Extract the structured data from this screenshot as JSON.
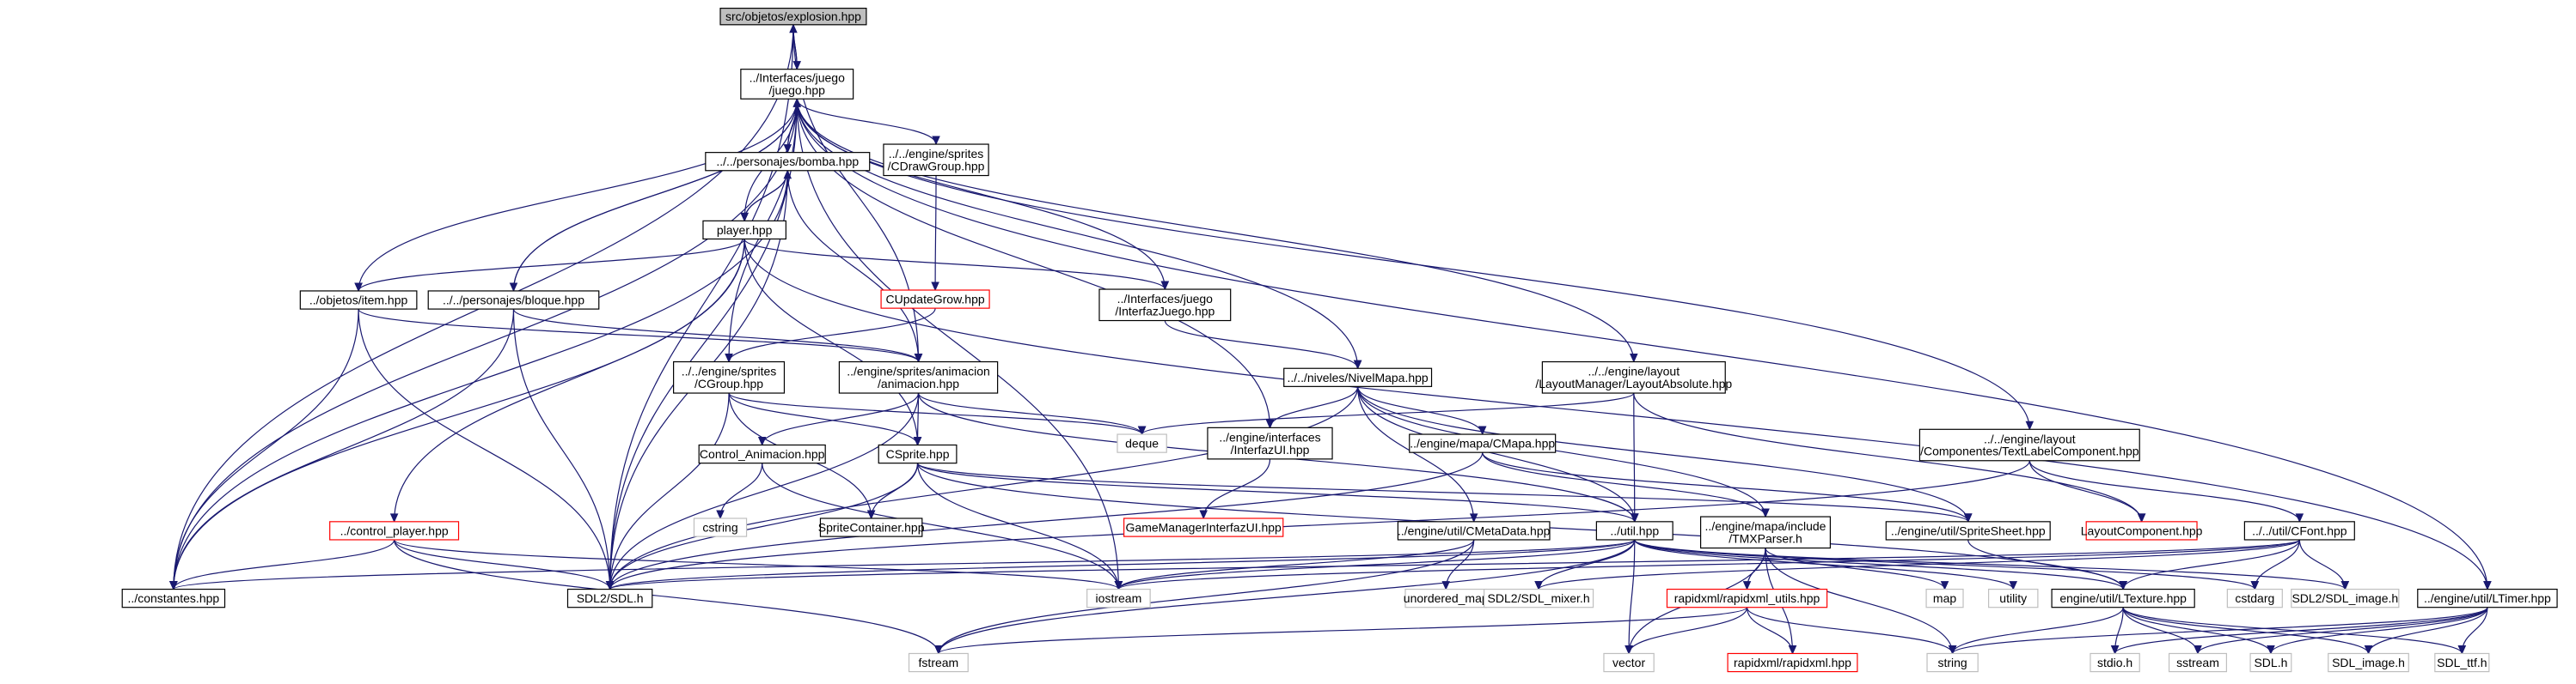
{
  "diagram": {
    "nodes": [
      {
        "id": "explosion",
        "lines": [
          "src/objetos/explosion.hpp"
        ],
        "style": "root"
      },
      {
        "id": "juego",
        "lines": [
          "../Interfaces/juego",
          "/juego.hpp"
        ],
        "style": "normal"
      },
      {
        "id": "bomba",
        "lines": [
          "../../personajes/bomba.hpp"
        ],
        "style": "normal"
      },
      {
        "id": "cdrawgroup",
        "lines": [
          "../../engine/sprites",
          "/CDrawGroup.hpp"
        ],
        "style": "normal"
      },
      {
        "id": "player",
        "lines": [
          "player.hpp"
        ],
        "style": "normal"
      },
      {
        "id": "cupdategrow",
        "lines": [
          "CUpdateGrow.hpp"
        ],
        "style": "red"
      },
      {
        "id": "item",
        "lines": [
          "../objetos/item.hpp"
        ],
        "style": "normal"
      },
      {
        "id": "bloque",
        "lines": [
          "../../personajes/bloque.hpp"
        ],
        "style": "normal"
      },
      {
        "id": "interfazjuego",
        "lines": [
          "../Interfaces/juego",
          "/InterfazJuego.hpp"
        ],
        "style": "normal"
      },
      {
        "id": "cgroup",
        "lines": [
          "../../engine/sprites",
          "/CGroup.hpp"
        ],
        "style": "normal"
      },
      {
        "id": "animacion",
        "lines": [
          "../engine/sprites/animacion",
          "/animacion.hpp"
        ],
        "style": "normal"
      },
      {
        "id": "nivelmapa",
        "lines": [
          "../../niveles/NivelMapa.hpp"
        ],
        "style": "normal"
      },
      {
        "id": "layoutabsolute",
        "lines": [
          "../../engine/layout",
          "/LayoutManager/LayoutAbsolute.hpp"
        ],
        "style": "normal"
      },
      {
        "id": "deque",
        "lines": [
          "deque"
        ],
        "style": "ext"
      },
      {
        "id": "interfazui",
        "lines": [
          "../engine/interfaces",
          "/InterfazUI.hpp"
        ],
        "style": "normal"
      },
      {
        "id": "cmapa",
        "lines": [
          "../engine/mapa/CMapa.hpp"
        ],
        "style": "normal"
      },
      {
        "id": "textlabel",
        "lines": [
          "../../engine/layout",
          "/Componentes/TextLabelComponent.hpp"
        ],
        "style": "normal"
      },
      {
        "id": "controlanim",
        "lines": [
          "Control_Animacion.hpp"
        ],
        "style": "normal"
      },
      {
        "id": "csprite",
        "lines": [
          "CSprite.hpp"
        ],
        "style": "normal"
      },
      {
        "id": "cstring",
        "lines": [
          "cstring"
        ],
        "style": "ext"
      },
      {
        "id": "spritecontainer",
        "lines": [
          "SpriteContainer.hpp"
        ],
        "style": "normal"
      },
      {
        "id": "gamemanager",
        "lines": [
          "GameManagerInterfazUI.hpp"
        ],
        "style": "red"
      },
      {
        "id": "controlplayer",
        "lines": [
          "../control_player.hpp"
        ],
        "style": "red"
      },
      {
        "id": "cmetadata",
        "lines": [
          "../engine/util/CMetaData.hpp"
        ],
        "style": "normal"
      },
      {
        "id": "util",
        "lines": [
          "../util.hpp"
        ],
        "style": "normal"
      },
      {
        "id": "tmxparser",
        "lines": [
          "../engine/mapa/include",
          "/TMXParser.h"
        ],
        "style": "normal"
      },
      {
        "id": "spritesheet",
        "lines": [
          "../engine/util/SpriteSheet.hpp"
        ],
        "style": "normal"
      },
      {
        "id": "layoutcomponent",
        "lines": [
          "LayoutComponent.hpp"
        ],
        "style": "red"
      },
      {
        "id": "cfont",
        "lines": [
          "../../util/CFont.hpp"
        ],
        "style": "normal"
      },
      {
        "id": "constantes",
        "lines": [
          "../constantes.hpp"
        ],
        "style": "normal"
      },
      {
        "id": "sdl",
        "lines": [
          "SDL2/SDL.h"
        ],
        "style": "normal"
      },
      {
        "id": "iostream",
        "lines": [
          "iostream"
        ],
        "style": "ext"
      },
      {
        "id": "unorderedmap",
        "lines": [
          "unordered_map"
        ],
        "style": "ext"
      },
      {
        "id": "sdlmixer",
        "lines": [
          "SDL2/SDL_mixer.h"
        ],
        "style": "ext"
      },
      {
        "id": "rapidxmlutils",
        "lines": [
          "rapidxml/rapidxml_utils.hpp"
        ],
        "style": "red"
      },
      {
        "id": "map",
        "lines": [
          "map"
        ],
        "style": "ext"
      },
      {
        "id": "utility",
        "lines": [
          "utility"
        ],
        "style": "ext"
      },
      {
        "id": "ltexture",
        "lines": [
          "engine/util/LTexture.hpp"
        ],
        "style": "normal"
      },
      {
        "id": "cstdarg",
        "lines": [
          "cstdarg"
        ],
        "style": "ext"
      },
      {
        "id": "sdlimage2",
        "lines": [
          "SDL2/SDL_image.h"
        ],
        "style": "ext"
      },
      {
        "id": "ltimer",
        "lines": [
          "../engine/util/LTimer.hpp"
        ],
        "style": "normal"
      },
      {
        "id": "fstream",
        "lines": [
          "fstream"
        ],
        "style": "ext"
      },
      {
        "id": "vector",
        "lines": [
          "vector"
        ],
        "style": "ext"
      },
      {
        "id": "rapidxml",
        "lines": [
          "rapidxml/rapidxml.hpp"
        ],
        "style": "red"
      },
      {
        "id": "string",
        "lines": [
          "string"
        ],
        "style": "ext"
      },
      {
        "id": "stdio",
        "lines": [
          "stdio.h"
        ],
        "style": "ext"
      },
      {
        "id": "sstream",
        "lines": [
          "sstream"
        ],
        "style": "ext"
      },
      {
        "id": "sdlh",
        "lines": [
          "SDL.h"
        ],
        "style": "ext"
      },
      {
        "id": "sdlimage",
        "lines": [
          "SDL_image.h"
        ],
        "style": "ext"
      },
      {
        "id": "sdlttf",
        "lines": [
          "SDL_ttf.h"
        ],
        "style": "ext"
      }
    ],
    "edges": [
      [
        "explosion",
        "juego"
      ],
      [
        "explosion",
        "constantes"
      ],
      [
        "explosion",
        "sdl"
      ],
      [
        "explosion",
        "animacion"
      ],
      [
        "juego",
        "explosion"
      ],
      [
        "juego",
        "bomba"
      ],
      [
        "juego",
        "cdrawgroup"
      ],
      [
        "juego",
        "player"
      ],
      [
        "juego",
        "item"
      ],
      [
        "juego",
        "bloque"
      ],
      [
        "juego",
        "interfazjuego"
      ],
      [
        "juego",
        "cgroup"
      ],
      [
        "juego",
        "nivelmapa"
      ],
      [
        "juego",
        "layoutabsolute"
      ],
      [
        "juego",
        "interfazui"
      ],
      [
        "juego",
        "textlabel"
      ],
      [
        "juego",
        "constantes"
      ],
      [
        "juego",
        "sdl"
      ],
      [
        "juego",
        "iostream"
      ],
      [
        "juego",
        "ltimer"
      ],
      [
        "bomba",
        "player"
      ],
      [
        "bomba",
        "juego"
      ],
      [
        "bomba",
        "animacion"
      ],
      [
        "bomba",
        "constantes"
      ],
      [
        "bomba",
        "sdl"
      ],
      [
        "cdrawgroup",
        "cupdategrow"
      ],
      [
        "cupdategrow",
        "cgroup"
      ],
      [
        "player",
        "bomba"
      ],
      [
        "player",
        "item"
      ],
      [
        "player",
        "interfazjuego"
      ],
      [
        "player",
        "controlplayer"
      ],
      [
        "player",
        "csprite"
      ],
      [
        "player",
        "constantes"
      ],
      [
        "player",
        "ltimer"
      ],
      [
        "item",
        "animacion"
      ],
      [
        "item",
        "constantes"
      ],
      [
        "item",
        "sdl"
      ],
      [
        "bloque",
        "juego"
      ],
      [
        "bloque",
        "animacion"
      ],
      [
        "bloque",
        "constantes"
      ],
      [
        "bloque",
        "sdl"
      ],
      [
        "interfazjuego",
        "nivelmapa"
      ],
      [
        "cgroup",
        "csprite"
      ],
      [
        "cgroup",
        "spritecontainer"
      ],
      [
        "cgroup",
        "deque"
      ],
      [
        "cgroup",
        "sdl"
      ],
      [
        "animacion",
        "controlanim"
      ],
      [
        "animacion",
        "csprite"
      ],
      [
        "animacion",
        "sdl"
      ],
      [
        "animacion",
        "util"
      ],
      [
        "animacion",
        "deque"
      ],
      [
        "nivelmapa",
        "interfazui"
      ],
      [
        "nivelmapa",
        "cmapa"
      ],
      [
        "nivelmapa",
        "cmetadata"
      ],
      [
        "nivelmapa",
        "util"
      ],
      [
        "nivelmapa",
        "spritesheet"
      ],
      [
        "nivelmapa",
        "tmxparser"
      ],
      [
        "nivelmapa",
        "sdl"
      ],
      [
        "layoutabsolute",
        "deque"
      ],
      [
        "layoutabsolute",
        "util"
      ],
      [
        "layoutabsolute",
        "layoutcomponent"
      ],
      [
        "interfazui",
        "gamemanager"
      ],
      [
        "cmapa",
        "spritesheet"
      ],
      [
        "cmapa",
        "tmxparser"
      ],
      [
        "cmapa",
        "sdl"
      ],
      [
        "textlabel",
        "layoutcomponent"
      ],
      [
        "textlabel",
        "cfont"
      ],
      [
        "textlabel",
        "sdl"
      ],
      [
        "controlanim",
        "cstring"
      ],
      [
        "controlanim",
        "iostream"
      ],
      [
        "csprite",
        "spritecontainer"
      ],
      [
        "csprite",
        "util"
      ],
      [
        "csprite",
        "sdl"
      ],
      [
        "csprite",
        "iostream"
      ],
      [
        "csprite",
        "spritesheet"
      ],
      [
        "csprite",
        "ltexture"
      ],
      [
        "controlplayer",
        "constantes"
      ],
      [
        "controlplayer",
        "sdl"
      ],
      [
        "controlplayer",
        "iostream"
      ],
      [
        "controlplayer",
        "fstream"
      ],
      [
        "cmetadata",
        "iostream"
      ],
      [
        "cmetadata",
        "unorderedmap"
      ],
      [
        "cmetadata",
        "fstream"
      ],
      [
        "util",
        "sdl"
      ],
      [
        "util",
        "constantes"
      ],
      [
        "util",
        "iostream"
      ],
      [
        "util",
        "sdlmixer"
      ],
      [
        "util",
        "fstream"
      ],
      [
        "util",
        "vector"
      ],
      [
        "util",
        "cstdarg"
      ],
      [
        "util",
        "sdlimage2"
      ],
      [
        "util",
        "utility"
      ],
      [
        "util",
        "ltexture"
      ],
      [
        "tmxparser",
        "rapidxmlutils"
      ],
      [
        "tmxparser",
        "rapidxml"
      ],
      [
        "tmxparser",
        "map"
      ],
      [
        "tmxparser",
        "string"
      ],
      [
        "tmxparser",
        "vector"
      ],
      [
        "spritesheet",
        "ltexture"
      ],
      [
        "cfont",
        "ltexture"
      ],
      [
        "cfont",
        "sdl"
      ],
      [
        "cfont",
        "iostream"
      ],
      [
        "cfont",
        "cstdarg"
      ],
      [
        "cfont",
        "sdlimage2"
      ],
      [
        "cfont",
        "sdlmixer"
      ],
      [
        "rapidxmlutils",
        "rapidxml"
      ],
      [
        "rapidxmlutils",
        "fstream"
      ],
      [
        "rapidxmlutils",
        "vector"
      ],
      [
        "rapidxmlutils",
        "string"
      ],
      [
        "ltexture",
        "string"
      ],
      [
        "ltexture",
        "stdio"
      ],
      [
        "ltexture",
        "sstream"
      ],
      [
        "ltexture",
        "sdlh"
      ],
      [
        "ltexture",
        "sdlimage"
      ],
      [
        "ltexture",
        "sdlttf"
      ],
      [
        "ltimer",
        "string"
      ],
      [
        "ltimer",
        "stdio"
      ],
      [
        "ltimer",
        "sstream"
      ],
      [
        "ltimer",
        "sdlh"
      ],
      [
        "ltimer",
        "sdlimage"
      ],
      [
        "ltimer",
        "sdlttf"
      ]
    ]
  }
}
